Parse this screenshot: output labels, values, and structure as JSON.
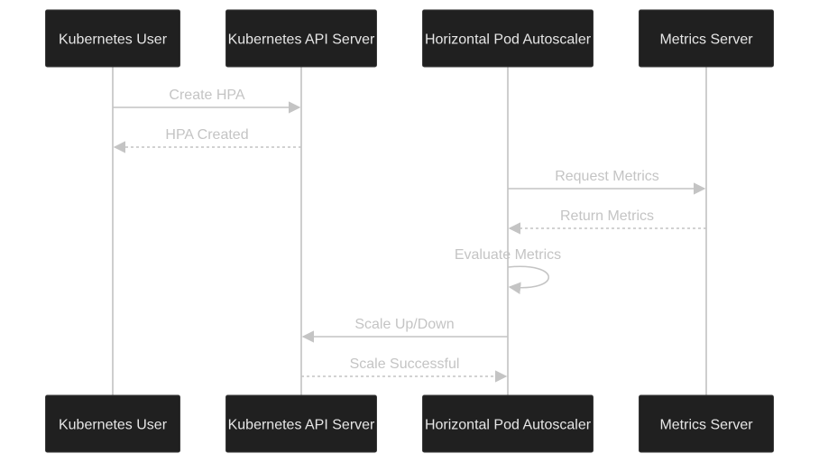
{
  "diagram": {
    "type": "sequence",
    "actors": [
      {
        "id": "user",
        "label": "Kubernetes User"
      },
      {
        "id": "api",
        "label": "Kubernetes API Server"
      },
      {
        "id": "hpa",
        "label": "Horizontal Pod Autoscaler"
      },
      {
        "id": "metrics",
        "label": "Metrics Server"
      }
    ],
    "messages": [
      {
        "from": "user",
        "to": "api",
        "label": "Create HPA",
        "style": "solid"
      },
      {
        "from": "api",
        "to": "user",
        "label": "HPA Created",
        "style": "dashed"
      },
      {
        "from": "hpa",
        "to": "metrics",
        "label": "Request Metrics",
        "style": "solid"
      },
      {
        "from": "metrics",
        "to": "hpa",
        "label": "Return Metrics",
        "style": "dashed"
      },
      {
        "from": "hpa",
        "to": "hpa",
        "label": "Evaluate Metrics",
        "style": "solid"
      },
      {
        "from": "hpa",
        "to": "api",
        "label": "Scale Up/Down",
        "style": "solid"
      },
      {
        "from": "api",
        "to": "hpa",
        "label": "Scale Successful",
        "style": "dashed"
      }
    ],
    "colors": {
      "actor_fill": "#202020",
      "actor_text": "#e6e6e6",
      "line": "#c4c4c4"
    }
  }
}
